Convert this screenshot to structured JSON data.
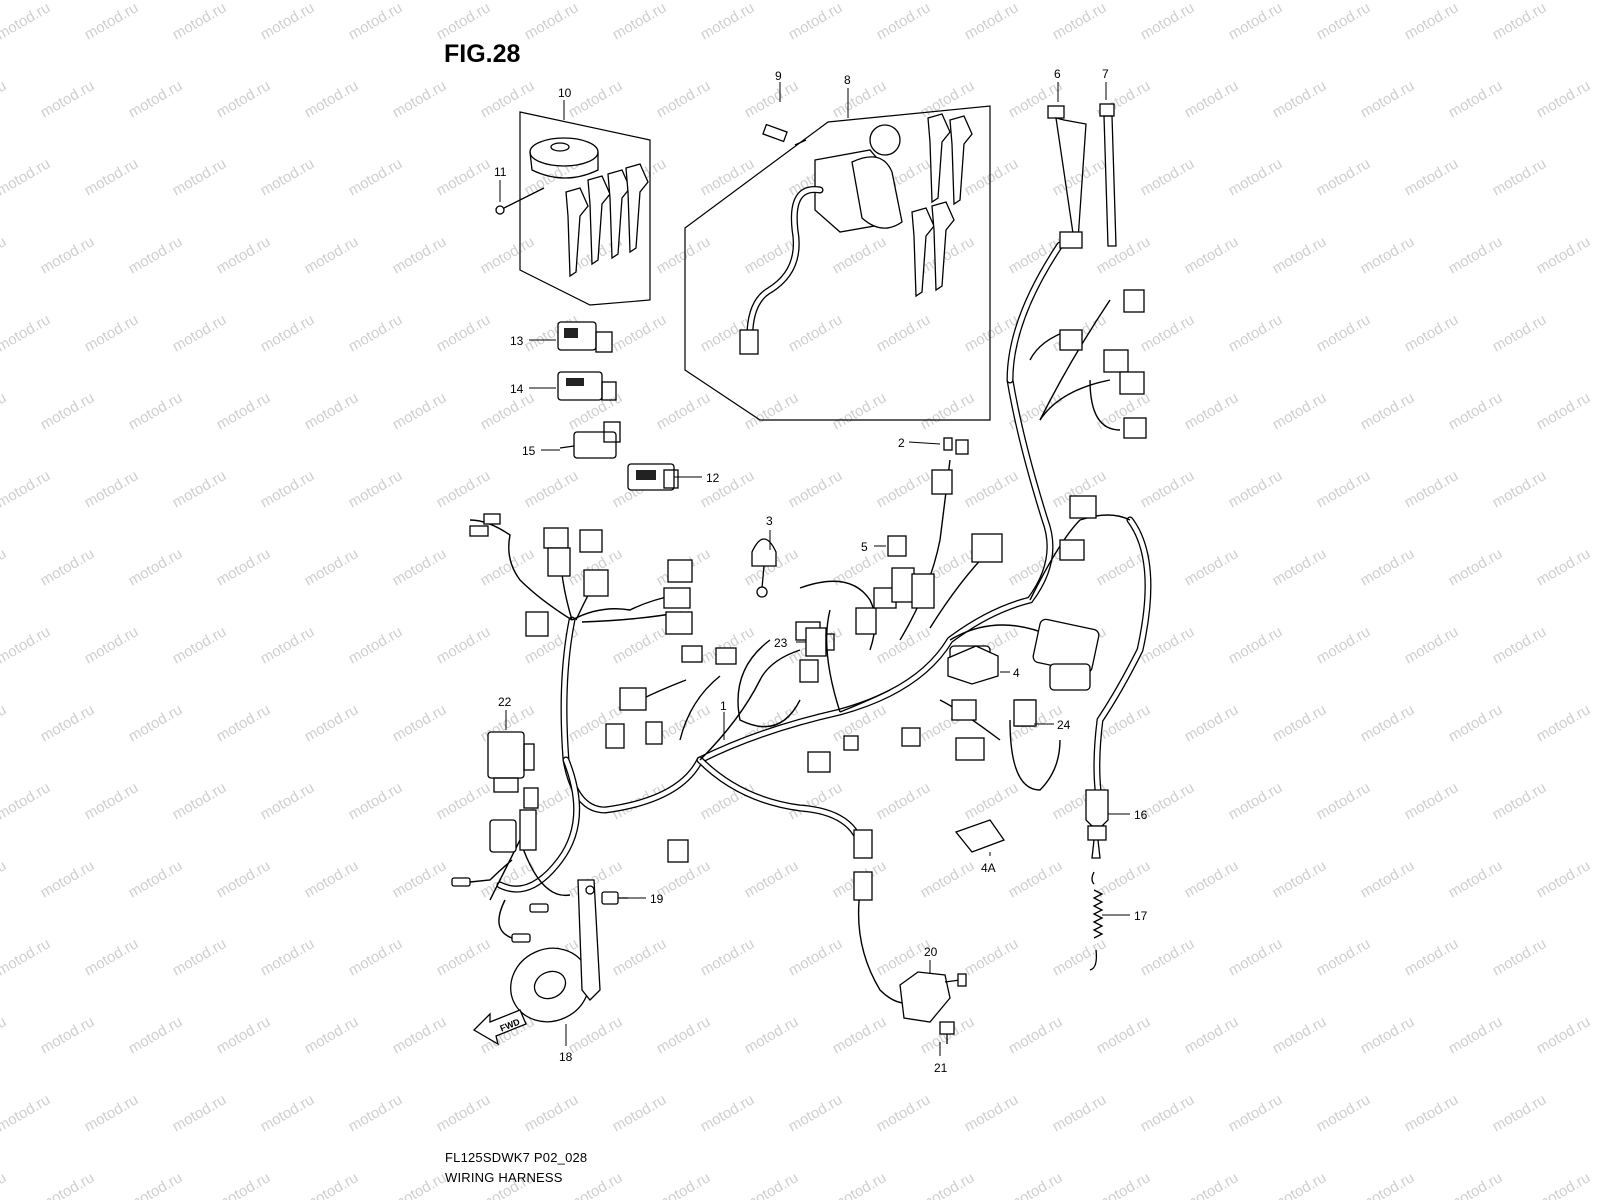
{
  "figure": {
    "title": "FIG.28"
  },
  "footer": {
    "code": "FL125SDWK7 P02_028",
    "name": "WIRING HARNESS"
  },
  "watermark": "motod.ru",
  "fwd_badge": "FWD",
  "callouts": {
    "c1": "1",
    "c2": "2",
    "c3": "3",
    "c4": "4",
    "c4a": "4A",
    "c5": "5",
    "c6": "6",
    "c7": "7",
    "c8": "8",
    "c9": "9",
    "c10": "10",
    "c11": "11",
    "c12": "12",
    "c13": "13",
    "c14": "14",
    "c15": "15",
    "c16": "16",
    "c17": "17",
    "c18": "18",
    "c19": "19",
    "c20": "20",
    "c21": "21",
    "c22": "22",
    "c23": "23",
    "c24": "24"
  }
}
